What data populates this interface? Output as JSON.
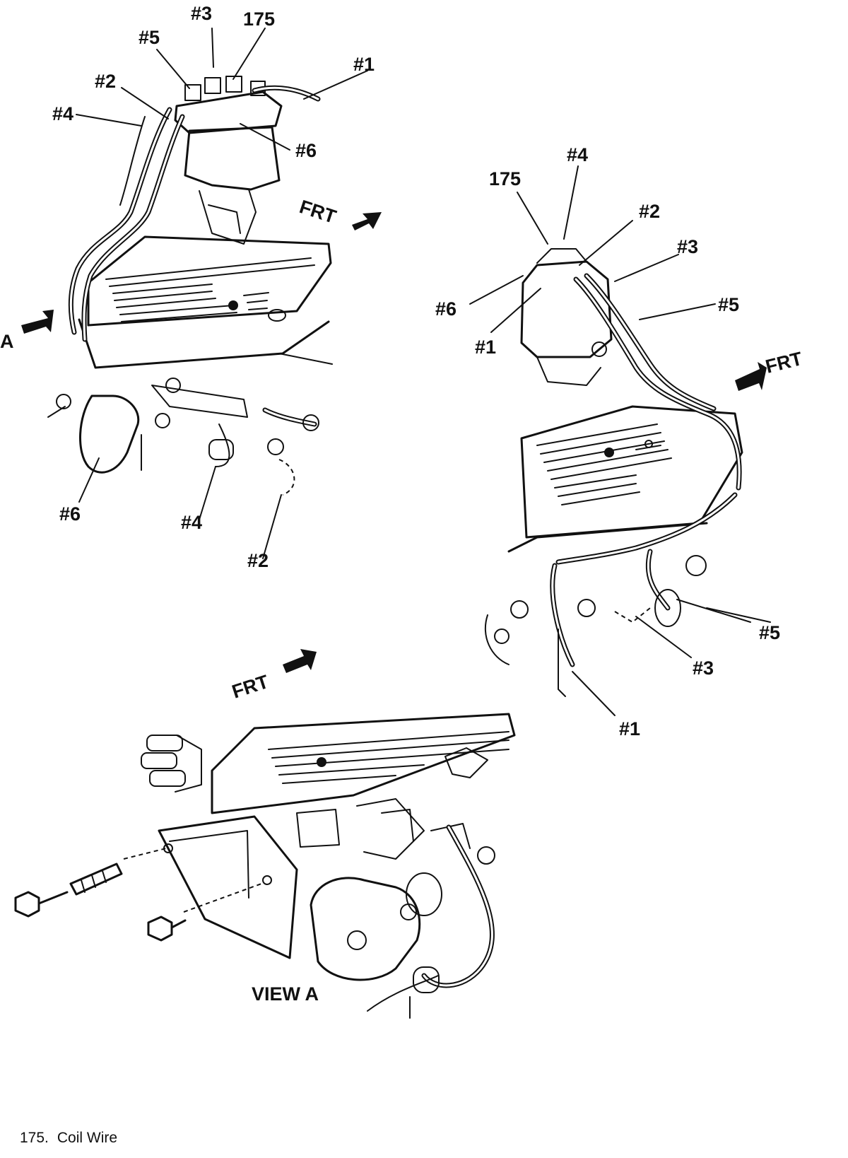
{
  "labels": {
    "tl_3": "#3",
    "tl_175": "175",
    "tl_5": "#5",
    "tl_1": "#1",
    "tl_2": "#2",
    "tl_4": "#4",
    "tl_6": "#6",
    "tl_frt": "FRT",
    "tl_a": "A",
    "tl_b6": "#6",
    "tl_b4": "#4",
    "tl_b2": "#2",
    "tr_4": "#4",
    "tr_175": "175",
    "tr_2": "#2",
    "tr_3": "#3",
    "tr_6": "#6",
    "tr_5": "#5",
    "tr_1": "#1",
    "tr_frt": "FRT",
    "tr_b5": "#5",
    "tr_b3": "#3",
    "tr_b1": "#1",
    "bot_frt": "FRT",
    "view_a": "VIEW A"
  },
  "legend": {
    "number": "175.",
    "text": "Coil Wire"
  }
}
